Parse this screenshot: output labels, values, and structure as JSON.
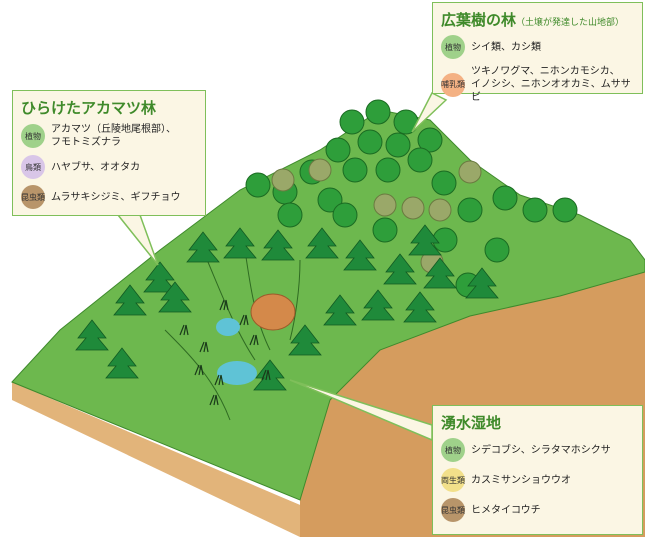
{
  "callouts": {
    "hiroha": {
      "title": "広葉樹の林",
      "subtitle": "（土壌が発達した山地部）",
      "rows": [
        {
          "badge": "植物",
          "text": "シイ類、カシ類",
          "color": "#9fd18a"
        },
        {
          "badge": "哺乳類",
          "text": "ツキノワグマ、ニホンカモシカ、\nイノシシ、ニホンオオカミ、ムササビ",
          "color": "#f4b183"
        }
      ]
    },
    "akamatsu": {
      "title": "ひらけたアカマツ林",
      "rows": [
        {
          "badge": "植物",
          "text": "アカマツ（丘陵地尾根部）、\nフモトミズナラ",
          "color": "#9fd18a"
        },
        {
          "badge": "鳥類",
          "text": "ハヤブサ、オオタカ",
          "color": "#d9c6e8"
        },
        {
          "badge": "昆虫類",
          "text": "ムラサキシジミ、ギフチョウ",
          "color": "#b8956a"
        }
      ]
    },
    "shitchi": {
      "title": "湧水湿地",
      "rows": [
        {
          "badge": "植物",
          "text": "シデコブシ、シラタマホシクサ",
          "color": "#9fd18a"
        },
        {
          "badge": "両生類",
          "text": "カスミサンショウウオ",
          "color": "#f2e08a"
        },
        {
          "badge": "昆虫類",
          "text": "ヒメタイコウチ",
          "color": "#b8956a"
        }
      ]
    }
  },
  "colors": {
    "ground_green": "#6db84e",
    "soil": "#d9a56a",
    "water": "#5fc3d6",
    "border": "#7fbf5a",
    "title_green": "#3f8a2a"
  }
}
